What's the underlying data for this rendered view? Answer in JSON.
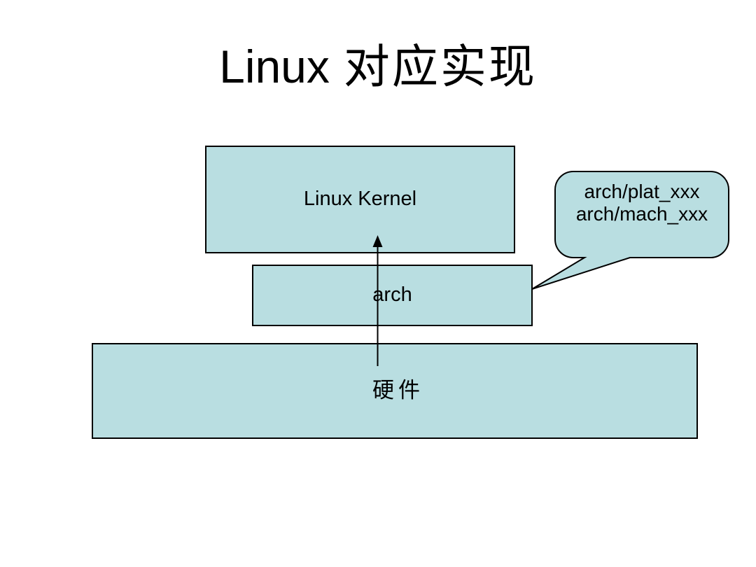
{
  "slide": {
    "title": {
      "latin": "Linux",
      "cjk": "对应实现",
      "full": "Linux 对应实现"
    },
    "diagram": {
      "kernel_box": {
        "label": "Linux Kernel"
      },
      "arch_box": {
        "label": "arch"
      },
      "hardware_box": {
        "label": "硬件"
      },
      "callout": {
        "line1": "arch/plat_xxx",
        "line2": "arch/mach_xxx"
      },
      "arrow": {
        "direction": "up",
        "from": "hardware_box",
        "to": "kernel_box"
      }
    },
    "colors": {
      "box_fill": "#b9dee1",
      "box_border": "#000000",
      "text": "#000000",
      "background": "#ffffff"
    }
  }
}
